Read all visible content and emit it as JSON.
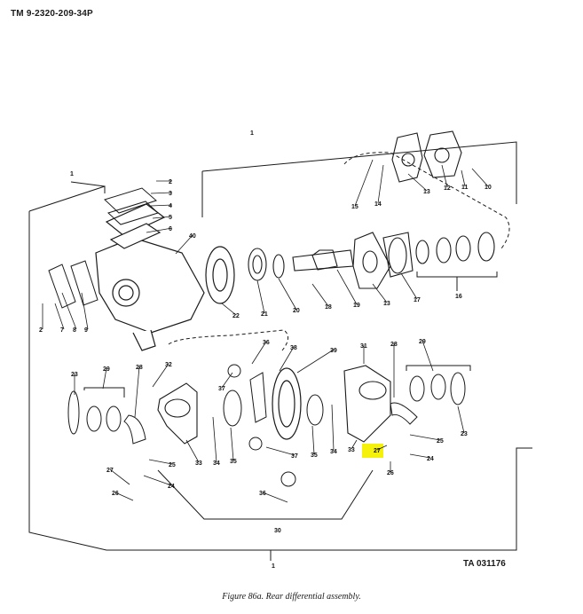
{
  "header": {
    "document_id": "TM  9-2320-209-34P"
  },
  "figure": {
    "caption": "Figure 86a. Rear differential assembly.",
    "ta_number": "TA 031176",
    "highlight_color": "#f5f10a",
    "line_color": "#1a1a1a",
    "highlighted_callout": "27"
  },
  "callouts": [
    {
      "id": "c1a",
      "label": "1"
    },
    {
      "id": "c1b",
      "label": "1"
    },
    {
      "id": "c1c",
      "label": "1"
    },
    {
      "id": "c2",
      "label": "2"
    },
    {
      "id": "c3",
      "label": "3"
    },
    {
      "id": "c4",
      "label": "4"
    },
    {
      "id": "c5",
      "label": "5"
    },
    {
      "id": "c6",
      "label": "6"
    },
    {
      "id": "c40",
      "label": "40"
    },
    {
      "id": "c2b",
      "label": "2"
    },
    {
      "id": "c7",
      "label": "7"
    },
    {
      "id": "c8",
      "label": "8"
    },
    {
      "id": "c9",
      "label": "9"
    },
    {
      "id": "c22",
      "label": "22"
    },
    {
      "id": "c21",
      "label": "21"
    },
    {
      "id": "c20",
      "label": "20"
    },
    {
      "id": "c18",
      "label": "18"
    },
    {
      "id": "c19",
      "label": "19"
    },
    {
      "id": "c13a",
      "label": "13"
    },
    {
      "id": "c17",
      "label": "17"
    },
    {
      "id": "c16",
      "label": "16"
    },
    {
      "id": "c15",
      "label": "15"
    },
    {
      "id": "c14",
      "label": "14"
    },
    {
      "id": "c13b",
      "label": "13"
    },
    {
      "id": "c12",
      "label": "12"
    },
    {
      "id": "c11",
      "label": "11"
    },
    {
      "id": "c10",
      "label": "10"
    },
    {
      "id": "c36a",
      "label": "36"
    },
    {
      "id": "c38",
      "label": "38"
    },
    {
      "id": "c39",
      "label": "39"
    },
    {
      "id": "c31",
      "label": "31"
    },
    {
      "id": "c28a",
      "label": "28"
    },
    {
      "id": "c29a",
      "label": "29"
    },
    {
      "id": "c32",
      "label": "32"
    },
    {
      "id": "c37a",
      "label": "37"
    },
    {
      "id": "c23a",
      "label": "23"
    },
    {
      "id": "c29b",
      "label": "29"
    },
    {
      "id": "c28b",
      "label": "28"
    },
    {
      "id": "c33a",
      "label": "33"
    },
    {
      "id": "c34a",
      "label": "34"
    },
    {
      "id": "c35a",
      "label": "35"
    },
    {
      "id": "c37b",
      "label": "37"
    },
    {
      "id": "c35b",
      "label": "35"
    },
    {
      "id": "c34b",
      "label": "34"
    },
    {
      "id": "c33b",
      "label": "33"
    },
    {
      "id": "c25a",
      "label": "25"
    },
    {
      "id": "c25b",
      "label": "25"
    },
    {
      "id": "c24a",
      "label": "24"
    },
    {
      "id": "c24b",
      "label": "24"
    },
    {
      "id": "c27a",
      "label": "27"
    },
    {
      "id": "c27b",
      "label": "27"
    },
    {
      "id": "c26a",
      "label": "26"
    },
    {
      "id": "c26b",
      "label": "26"
    },
    {
      "id": "c23b",
      "label": "23"
    },
    {
      "id": "c36b",
      "label": "36"
    },
    {
      "id": "c30",
      "label": "30"
    }
  ]
}
